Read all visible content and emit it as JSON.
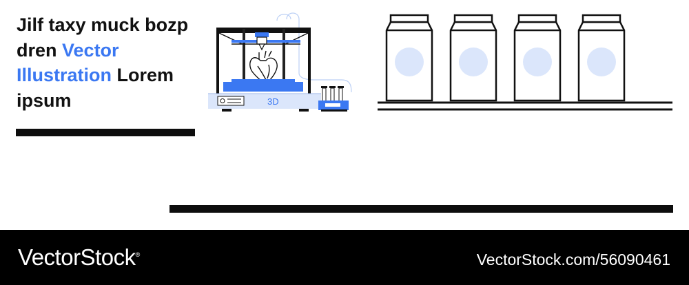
{
  "headline": {
    "part1": "Jilf taxy muck bozp dren ",
    "accent1": "Vector Illustration",
    "part2": " Lorem ipsum"
  },
  "illustration": {
    "printer_label": "3D",
    "printed_object_icon": "anatomical-heart-icon",
    "container_count": 4
  },
  "colors": {
    "accent": "#3b78f2",
    "light_blue": "#dbe6fb",
    "ink": "#111111",
    "footer_bg": "#000000"
  },
  "footer": {
    "brand": "VectorStock",
    "brand_mark": "®",
    "reference": "VectorStock.com/56090461"
  }
}
